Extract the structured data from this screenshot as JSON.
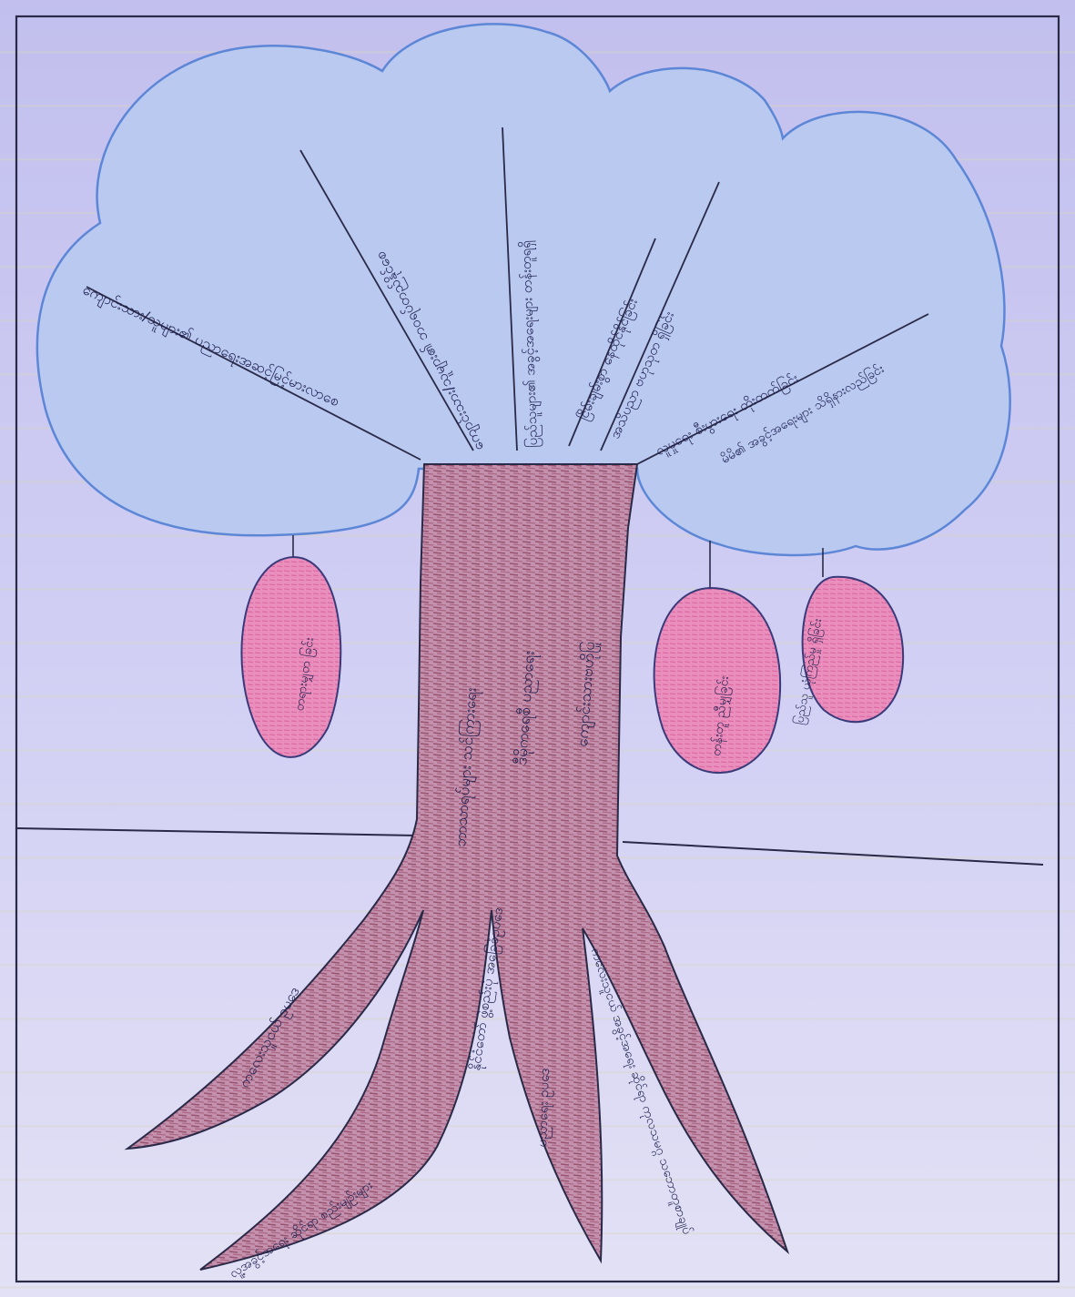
{
  "colors": {
    "paper": "#c9c6ef",
    "canopy": "#b9c9f0",
    "canopy_stroke": "#5d87d6",
    "trunk": "#b98aa5",
    "trunk_dark": "#7a3b4d",
    "fruit": "#e58ab6",
    "fruit_stroke": "#3a3a7a",
    "ink": "#1f1f4f"
  },
  "diagram": {
    "type": "concept-tree",
    "canopy_branches": [
      "ကျောင်းသား/သူများ၏ ပညာရေးအဆင့်မြင့်မားလာစေ",
      "ကျောင်းသား/သူများ၏ ဘဝရပ်တည်နိုင်စေ",
      "ပြည်သူများ၏ အခွင့်အရေးများ တန်းတူရရှိ",
      "ငြိမ်းချမ်းစွာ နေထိုင်နိုင်ခြင်း",
      "အသိပညာ ဗဟုသုတ ရှိခြင်း",
      "လူမှုရေး စီးပွားရေး တိုးတက်ခြင်း",
      "မိမိ၏ အခွင့်အရေးများ သိရှိနားလည်ခြင်း"
    ],
    "trunk_lines": [
      "ဘာသာရပ်များ သင်ကြားရေး",
      "ဒီမိုကရေစီ ပညာရေး",
      "ကျောင်းသားဗဟိုပြု"
    ],
    "fruits": [
      "ပြည်သူ ယုံကြည်မှု ရှိခြင်း",
      "တရားမျှတ ခြင်း",
      "တန်းတူ ညီမျှခြင်း"
    ],
    "roots": [
      "ကလေးသူငယ် ဥပဒေ",
      "လူ့အခွင့်အရေး ဆိုင်ရာ စည်းမျဉ်းများ",
      "နိုင်ငံတော် ဖွဲ့စည်းပုံ အခြေခံဥပဒေ",
      "ပညာရေး ဥပဒေ",
      "ကလေးသူငယ် အခွင့်အရေး ဆိုင်ရာ ကုလသမဂ္ဂ သဘောတူစာချုပ်"
    ]
  }
}
